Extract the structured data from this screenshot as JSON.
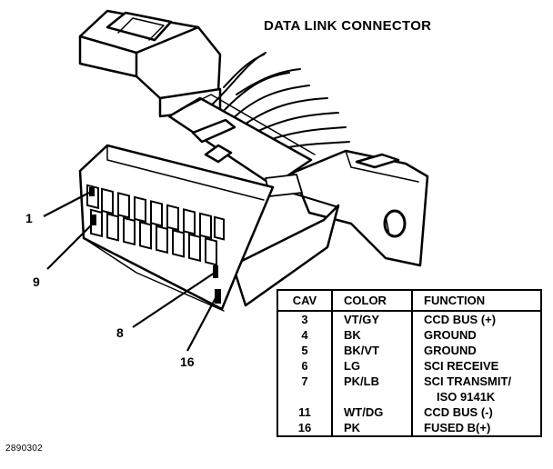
{
  "title": "DATA LINK CONNECTOR",
  "figure_id": "2890302",
  "pin_labels": {
    "pin1": "1",
    "pin9": "9",
    "pin8": "8",
    "pin16": "16"
  },
  "table": {
    "headers": {
      "cav": "CAV",
      "color": "COLOR",
      "function": "FUNCTION"
    },
    "rows": [
      {
        "cav": "3",
        "color": "VT/GY",
        "function": [
          "CCD BUS (+)"
        ]
      },
      {
        "cav": "4",
        "color": "BK",
        "function": [
          "GROUND"
        ]
      },
      {
        "cav": "5",
        "color": "BK/VT",
        "function": [
          "GROUND"
        ]
      },
      {
        "cav": "6",
        "color": "LG",
        "function": [
          "SCI RECEIVE"
        ]
      },
      {
        "cav": "7",
        "color": "PK/LB",
        "function": [
          "SCI TRANSMIT/",
          "ISO 9141K"
        ]
      },
      {
        "cav": "11",
        "color": "WT/DG",
        "function": [
          "CCD BUS (-)"
        ]
      },
      {
        "cav": "16",
        "color": "PK",
        "function": [
          "FUSED B(+)"
        ]
      }
    ]
  }
}
